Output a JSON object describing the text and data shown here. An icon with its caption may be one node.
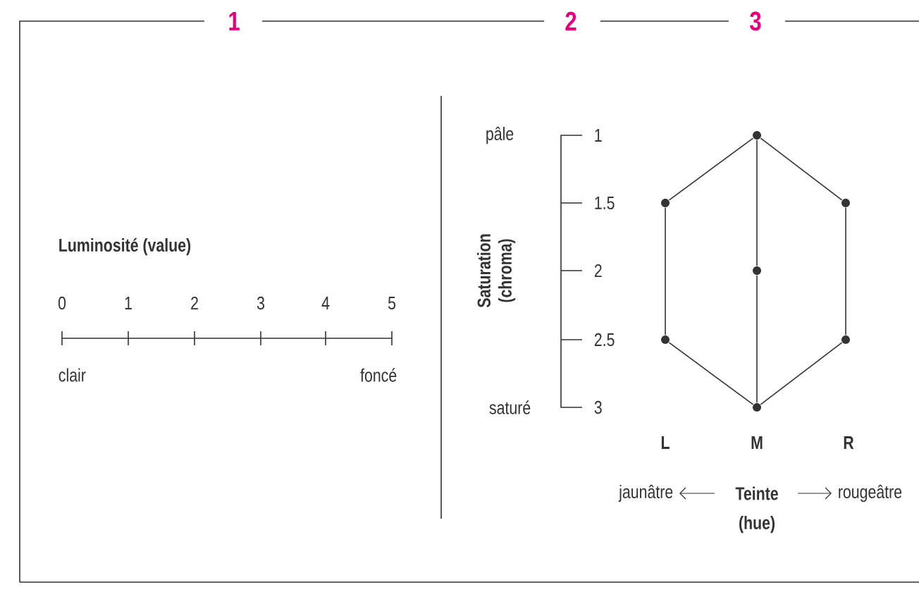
{
  "diagram": {
    "nodes": [
      {
        "text": [],
        "shape": "circle"
      },
      {
        "text": [],
        "shape": "circle"
      },
      {
        "text": [],
        "shape": "circle"
      },
      {
        "text": [],
        "shape": "circle"
      },
      {
        "text": [],
        "shape": "circle"
      },
      {
        "text": [],
        "shape": "circle"
      },
      {
        "text": [],
        "shape": "circle"
      }
    ],
    "edges": [
      {
        "from": 0,
        "to": 1,
        "arrow": "none"
      },
      {
        "from": 1,
        "to": 4,
        "arrow": "none"
      },
      {
        "from": 4,
        "to": 6,
        "arrow": "none"
      },
      {
        "from": 6,
        "to": 5,
        "arrow": "none"
      },
      {
        "from": 5,
        "to": 2,
        "arrow": "none"
      },
      {
        "from": 2,
        "to": 0,
        "arrow": "none"
      },
      {
        "from": 0,
        "to": 3,
        "arrow": "none"
      },
      {
        "from": 3,
        "to": 6,
        "arrow": "none"
      }
    ],
    "labels": [
      "1",
      "2",
      "3",
      "Luminosité (value)",
      "0",
      "1",
      "2",
      "3",
      "4",
      "5",
      "clair",
      "foncé",
      "pâle",
      "1",
      "1.5",
      "Saturation (chroma)",
      "2",
      "2.5",
      "saturé",
      "3",
      "L",
      "M",
      "R",
      "jaunâtre",
      "Teinte",
      "rougeâtre",
      "(hue)"
    ]
  }
}
